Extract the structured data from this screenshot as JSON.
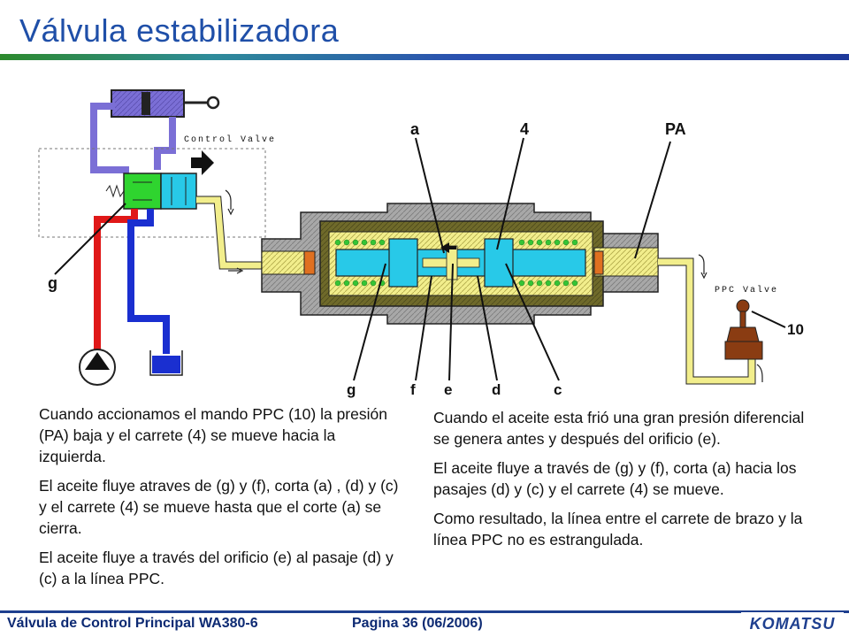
{
  "title": "Válvula estabilizadora",
  "diagram": {
    "labels": {
      "control_valve": "Control Valve",
      "ppc_valve": "PPC Valve",
      "a": "a",
      "four": "4",
      "pa": "PA",
      "g_left": "g",
      "g": "g",
      "f": "f",
      "e": "e",
      "d": "d",
      "c": "c",
      "ten": "10"
    },
    "colors": {
      "cylinder": "#7b6fd6",
      "supply_red": "#e01818",
      "tank_blue": "#1a2fd0",
      "valve_green": "#2fd42f",
      "valve_cyan": "#28c9e8",
      "pilot_yellow": "#f2ee8c",
      "body_olive": "#6f6a2a",
      "housing_gray": "#9a9a9a",
      "spring_green": "#35c435",
      "ppc_brown": "#8a3c12"
    }
  },
  "left_text": [
    "Cuando accionamos el mando PPC (10) la presión (PA) baja y el carrete (4) se mueve hacia la izquierda.",
    "El aceite fluye atraves de  (g) y (f), corta (a) , (d) y (c) y el carrete (4) se mueve hasta que el corte  (a) se cierra.",
    "El aceite fluye a través del orificio (e) al pasaje (d) y (c) a la línea PPC."
  ],
  "right_text": [
    "Cuando el aceite esta frió una gran presión diferencial se genera antes y después del orificio  (e).",
    "El aceite fluye a través de (g) y (f), corta (a) hacia los pasajes (d) y (c) y el carrete (4) se mueve.",
    "Como resultado, la línea entre el carrete de brazo y la línea PPC no es estrangulada."
  ],
  "footer": {
    "left": "Válvula de Control Principal WA380-6",
    "page": "Pagina 36 (06/2006)",
    "logo": "KOMATSU"
  }
}
